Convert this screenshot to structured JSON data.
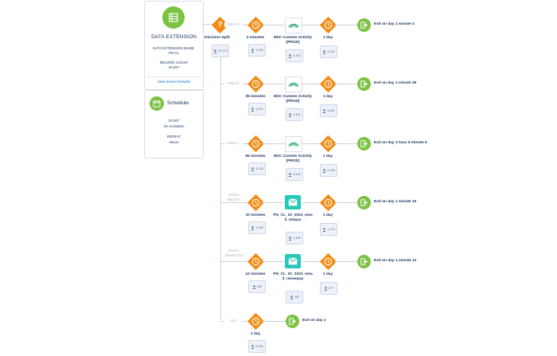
{
  "entry": {
    "title": "DATA EXTENSION",
    "name_label": "DATA EXTENSION NAME:",
    "name_value": "PN CL",
    "count_label": "RECORD COUNT",
    "count_value": "20,067",
    "link": "View Event Results"
  },
  "schedule": {
    "title": "Schedule",
    "start_label": "START",
    "start_value": "On Activation",
    "repeat_label": "REPEAT",
    "repeat_value": "Never"
  },
  "split": {
    "label": "Decision Split",
    "count": "20,075"
  },
  "branches": [
    {
      "name": "SMS O",
      "wait1": "4 minutes",
      "wait1_count": "4,430",
      "activity": "EDC Custom Activity [PROD]",
      "activity_type": "custom",
      "activity_count": "4,430",
      "wait2": "1 day",
      "wait2_count": "4,430",
      "exit": "Exit on day 1 minute 4"
    },
    {
      "name": "SMS B",
      "wait1": "35 minutes",
      "wait1_count": "4,461",
      "activity": "EDC Custom Activity [PROD]",
      "activity_type": "custom",
      "activity_count": "4,461",
      "wait2": "1 day",
      "wait2_count": "4,461",
      "exit": "Exit on day 1 minute 35"
    },
    {
      "name": "SMS C",
      "wait1": "65 minutes",
      "wait1_count": "4,448",
      "activity": "EDC Custom Activity [PROD]",
      "activity_type": "custom",
      "activity_count": "4,448",
      "wait2": "1 day",
      "wait2_count": "4,448",
      "exit": "Exit on day 1 hour 5 minute 5"
    },
    {
      "name": "EMAIL MEQUA",
      "wait1": "10 minutes",
      "wait1_count": "1,189",
      "activity": "PN_CL_02_2023_email_mequa",
      "activity_type": "email",
      "activity_count": "1,189",
      "wait2": "1 day",
      "wait2_count": "1,174",
      "exit": "Exit on day 1 minute 10"
    },
    {
      "name": "EMAIL NEMEQUA",
      "wait1": "12 minutes",
      "wait1_count": "483",
      "activity": "PN_CL_02_2023_email_nemequa",
      "activity_type": "email",
      "activity_count": "483",
      "wait2": "1 day",
      "wait2_count": "477",
      "exit": "Exit on day 1 minute 12"
    },
    {
      "name": "null",
      "wait1": "1 day",
      "wait1_count": "5,063",
      "exit": "Exit on day 1"
    }
  ]
}
